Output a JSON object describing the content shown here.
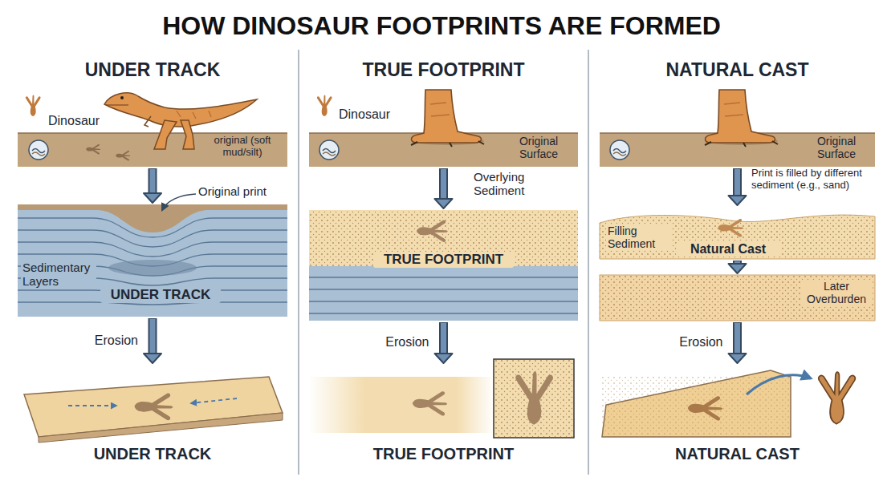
{
  "diagram": {
    "title": "HOW DINOSAUR FOOTPRINTS ARE FORMED",
    "nodes": [
      {
        "text": [
          "Dinosaur",
          "original (soft mud/silt)"
        ]
      },
      {
        "text": [
          "Sedimentary Layers",
          "UNDER TRACK"
        ]
      },
      {
        "text": [
          "UNDER TRACK"
        ]
      },
      {
        "text": [
          "Dinosaur",
          "Original Surface"
        ]
      },
      {
        "text": [
          "TRUE FOOTPRINT"
        ]
      },
      {
        "text": [
          "TRUE FOOTPRINT"
        ]
      },
      {
        "text": [
          "Original Surface"
        ]
      },
      {
        "text": [
          "Filling Sediment",
          "Natural Cast"
        ]
      },
      {
        "text": [
          "Later Overburden"
        ]
      },
      {
        "text": [
          "NATURAL CAST"
        ]
      }
    ],
    "edges": [
      {
        "from": 0,
        "to": 1,
        "arrow": "to"
      },
      {
        "from": 1,
        "to": 2,
        "label": "Erosion",
        "arrow": "to"
      },
      {
        "from": 3,
        "to": 4,
        "arrow": "to"
      },
      {
        "from": 4,
        "to": 5,
        "label": "Erosion",
        "arrow": "to"
      },
      {
        "from": 6,
        "to": 7,
        "arrow": "to"
      },
      {
        "from": 7,
        "to": 8,
        "arrow": "to"
      },
      {
        "from": 8,
        "to": 9,
        "label": "Erosion",
        "arrow": "to"
      }
    ],
    "labels": [
      "UNDER TRACK",
      "TRUE FOOTPRINT",
      "NATURAL CAST",
      "Original print",
      "Overlying Sediment",
      "Print is filled by different sediment (e.g., sand)"
    ]
  }
}
